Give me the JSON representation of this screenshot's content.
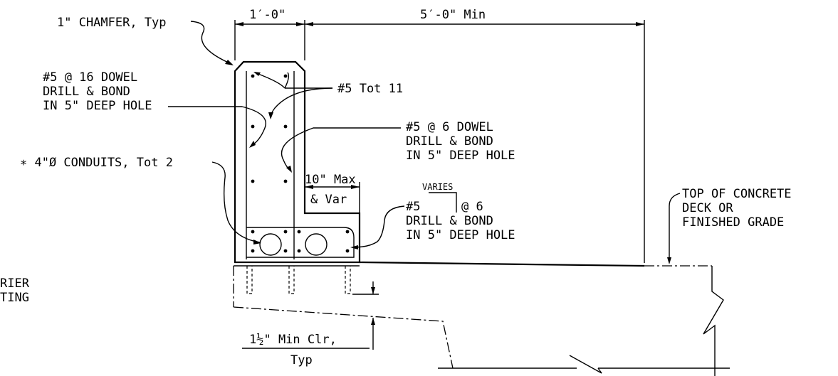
{
  "labels": {
    "chamfer": "1\" CHAMFER, Typ",
    "dim_1ft": "1′-0\"",
    "dim_5ft": "5′-0\" Min",
    "dowel16_l1": "#5 @ 16 DOWEL",
    "dowel16_l2": "DRILL & BOND",
    "dowel16_l3": "IN 5\" DEEP HOLE",
    "bars_tot": "#5 Tot 11",
    "dowel6_l1": "#5 @ 6 DOWEL",
    "dowel6_l2": "DRILL & BOND",
    "dowel6_l3": "IN 5\" DEEP HOLE",
    "conduits": "∗ 4\"Ø CONDUITS, Tot 2",
    "max_l1": "10\" Max",
    "max_l2": "& Var",
    "varies": "VARIES",
    "drill_l1a": "#5",
    "drill_l1b": "@ 6",
    "drill_l2": "DRILL & BOND",
    "drill_l3": "IN 5\" DEEP HOLE",
    "deck_l1": "TOP OF CONCRETE",
    "deck_l2": "DECK OR",
    "deck_l3": "FINISHED GRADE",
    "barrier_l1": "RIER",
    "barrier_l2": "TING",
    "clr_l1": "1½\" Min Clr,",
    "clr_l2": "Typ"
  }
}
